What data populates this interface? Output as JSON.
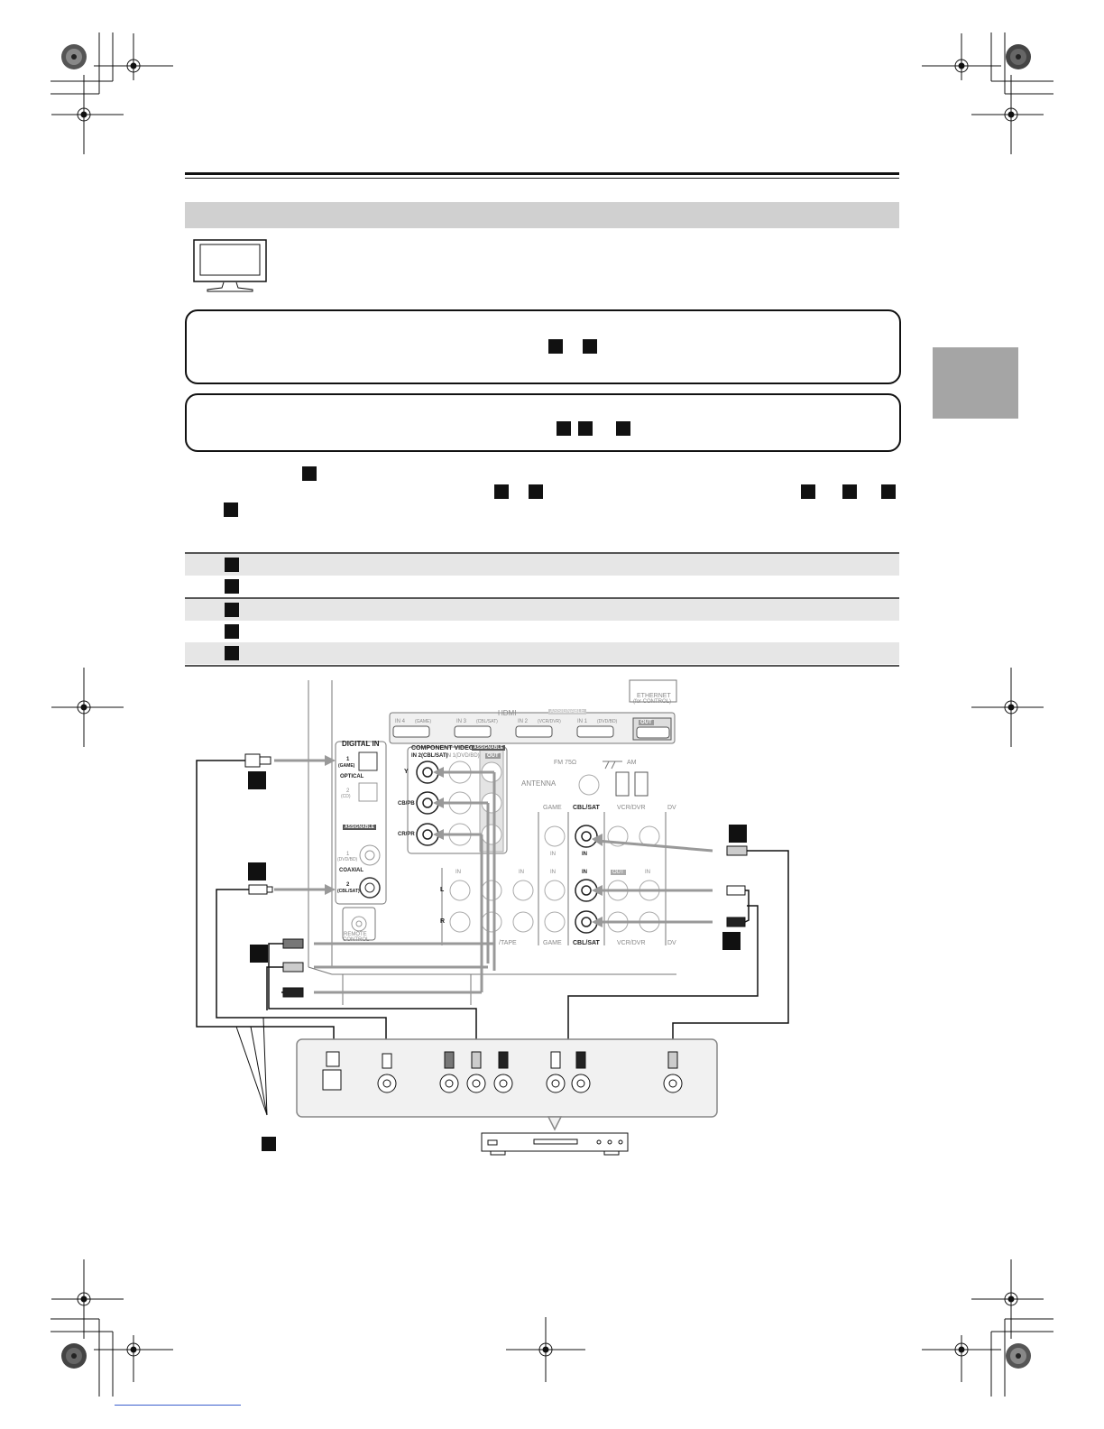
{
  "diagram": {
    "hdmi_header": "HDMI",
    "assignable": "ASSIGNABLE",
    "hdmi_ports": [
      "IN 4",
      "(GAME)",
      "IN 3",
      "(CBL/SAT)",
      "IN 2",
      "(VCR/DVR)",
      "IN 1",
      "(DVD/BD)",
      "OUT"
    ],
    "ethernet": "ETHERNET",
    "ethernet_sub": "(for CONTROL)",
    "digital_in": "DIGITAL IN",
    "optical_1": "1",
    "optical_1_sub": "(GAME)",
    "optical": "OPTICAL",
    "optical_2": "2",
    "optical_2_sub": "(CD)",
    "assignable_badge": "ASSIGNABLE",
    "coaxial_1": "1",
    "coaxial_1_sub": "(DVD/BD)",
    "coaxial": "COAXIAL",
    "coaxial_2": "2",
    "coaxial_2_sub": "(CBL/SAT)",
    "remote": "REMOTE",
    "remote_sub": "CONTROL",
    "component_video": "COMPONENT VIDEO",
    "component_assignable": "ASSIGNABLE",
    "comp_in2": "IN 2(CBL/SAT)",
    "comp_in1": "IN 1(DVD/BD)",
    "comp_out": "OUT",
    "y": "Y",
    "cb": "CB/PB",
    "cr": "CR/PR",
    "antenna": "ANTENNA",
    "fm": "FM 75Ω",
    "am": "AM",
    "game": "GAME",
    "cbl_sat": "CBL/SAT",
    "vcr_dvr": "VCR/DVR",
    "dv": "DV",
    "in": "IN",
    "out": "OUT",
    "l": "L",
    "r": "R",
    "tape": "/TAPE",
    "game_bottom": "GAME",
    "cbl_sat_bottom": "CBL/SAT",
    "vcr_dvr_bottom": "VCR/DVR",
    "dv_bottom": "DV"
  }
}
